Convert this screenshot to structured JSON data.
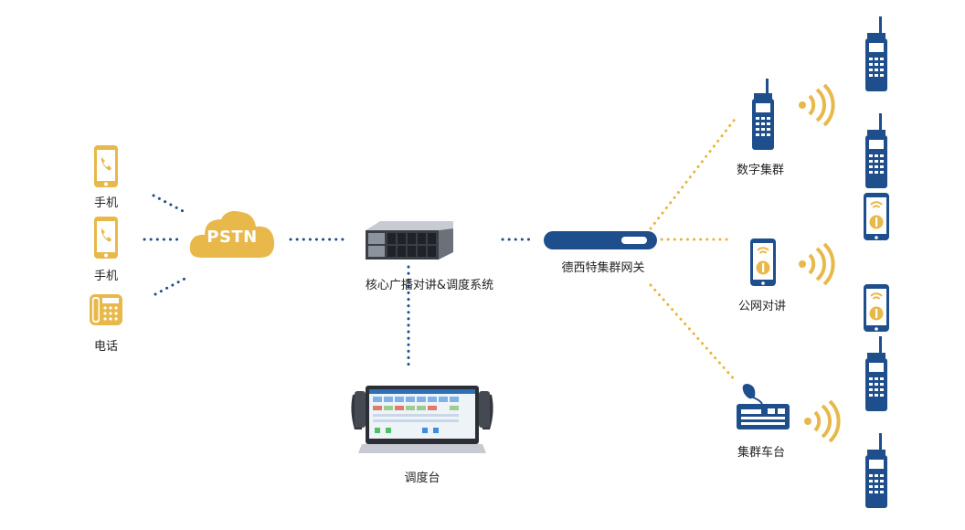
{
  "colors": {
    "gold": "#e8b84a",
    "navy": "#1f4e8c",
    "dotted_gold": "#e9b43c",
    "dotted_navy": "#1f4e8c"
  },
  "pstn": {
    "label": "PSTN",
    "icon": "cloud-icon"
  },
  "left_devices": [
    {
      "label": "手机",
      "icon": "mobile-phone-icon"
    },
    {
      "label": "手机",
      "icon": "mobile-phone-icon"
    },
    {
      "label": "电话",
      "icon": "desk-phone-icon"
    }
  ],
  "server": {
    "label": "核心广播对讲&调度系统",
    "icon": "rack-server-icon"
  },
  "console": {
    "label": "调度台",
    "icon": "dispatch-console-icon"
  },
  "gateway": {
    "label": "德西特集群网关",
    "icon": "gateway-icon"
  },
  "branches": [
    {
      "label": "数字集群",
      "icon": "walkie-talkie-icon"
    },
    {
      "label": "公网对讲",
      "icon": "poc-phone-icon"
    },
    {
      "label": "集群车台",
      "icon": "vehicle-radio-icon"
    }
  ],
  "terminals": [
    {
      "icon": "walkie-talkie-icon"
    },
    {
      "icon": "walkie-talkie-icon"
    },
    {
      "icon": "poc-phone-icon"
    },
    {
      "icon": "poc-phone-icon"
    },
    {
      "icon": "walkie-talkie-icon"
    },
    {
      "icon": "walkie-talkie-icon"
    }
  ]
}
